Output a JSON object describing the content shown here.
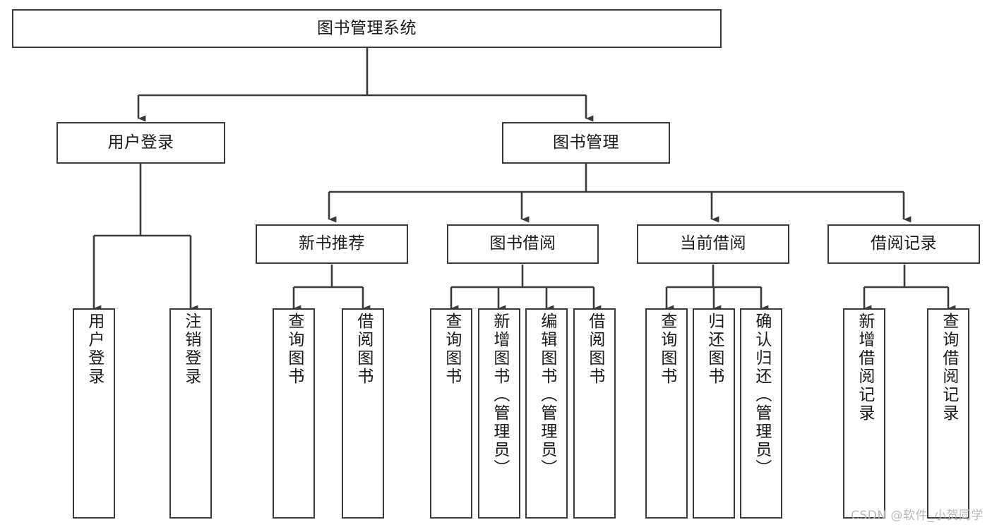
{
  "diagram": {
    "type": "tree",
    "title": "图书管理系统",
    "watermark": "CSDN @软件_小贺同学",
    "colors": {
      "background": "#ffffff",
      "box_border": "#3b3b3b",
      "connector": "#3b3b3b",
      "text": "#1a1a1a",
      "watermark": "#b9b9b9"
    },
    "nodes": {
      "root": {
        "label": "图书管理系统",
        "level": 1,
        "orientation": "horizontal"
      },
      "l2_1": {
        "label": "用户登录",
        "level": 2,
        "orientation": "horizontal"
      },
      "l2_2": {
        "label": "图书管理",
        "level": 2,
        "orientation": "horizontal"
      },
      "l3_1": {
        "label": "新书推荐",
        "level": 3,
        "orientation": "horizontal"
      },
      "l3_2": {
        "label": "图书借阅",
        "level": 3,
        "orientation": "horizontal"
      },
      "l3_3": {
        "label": "当前借阅",
        "level": 3,
        "orientation": "horizontal"
      },
      "l3_4": {
        "label": "借阅记录",
        "level": 3,
        "orientation": "horizontal"
      },
      "leaf_1": {
        "label": "用户登录",
        "level": 4,
        "orientation": "vertical"
      },
      "leaf_2": {
        "label": "注销登录",
        "level": 4,
        "orientation": "vertical"
      },
      "leaf_3": {
        "label": "查询图书",
        "level": 4,
        "orientation": "vertical"
      },
      "leaf_4": {
        "label": "借阅图书",
        "level": 4,
        "orientation": "vertical"
      },
      "leaf_5": {
        "label": "查询图书",
        "level": 4,
        "orientation": "vertical"
      },
      "leaf_6": {
        "label": "新增图书（管理员）",
        "level": 4,
        "orientation": "vertical"
      },
      "leaf_7": {
        "label": "编辑图书（管理员）",
        "level": 4,
        "orientation": "vertical"
      },
      "leaf_8": {
        "label": "借阅图书",
        "level": 4,
        "orientation": "vertical"
      },
      "leaf_9": {
        "label": "查询图书",
        "level": 4,
        "orientation": "vertical"
      },
      "leaf_10": {
        "label": "归还图书",
        "level": 4,
        "orientation": "vertical"
      },
      "leaf_11": {
        "label": "确认归还（管理员）",
        "level": 4,
        "orientation": "vertical"
      },
      "leaf_12": {
        "label": "新增借阅记录",
        "level": 4,
        "orientation": "vertical"
      },
      "leaf_13": {
        "label": "查询借阅记录",
        "level": 4,
        "orientation": "vertical"
      }
    },
    "edges": [
      {
        "from": "root",
        "to": "l2_1"
      },
      {
        "from": "root",
        "to": "l2_2"
      },
      {
        "from": "l2_2",
        "to": "l3_1"
      },
      {
        "from": "l2_2",
        "to": "l3_2"
      },
      {
        "from": "l2_2",
        "to": "l3_3"
      },
      {
        "from": "l2_2",
        "to": "l3_4"
      },
      {
        "from": "l2_1",
        "to": "leaf_1"
      },
      {
        "from": "l2_1",
        "to": "leaf_2"
      },
      {
        "from": "l3_1",
        "to": "leaf_3"
      },
      {
        "from": "l3_1",
        "to": "leaf_4"
      },
      {
        "from": "l3_2",
        "to": "leaf_5"
      },
      {
        "from": "l3_2",
        "to": "leaf_6"
      },
      {
        "from": "l3_2",
        "to": "leaf_7"
      },
      {
        "from": "l3_2",
        "to": "leaf_8"
      },
      {
        "from": "l3_3",
        "to": "leaf_9"
      },
      {
        "from": "l3_3",
        "to": "leaf_10"
      },
      {
        "from": "l3_3",
        "to": "leaf_11"
      },
      {
        "from": "l3_4",
        "to": "leaf_12"
      },
      {
        "from": "l3_4",
        "to": "leaf_13"
      }
    ]
  }
}
